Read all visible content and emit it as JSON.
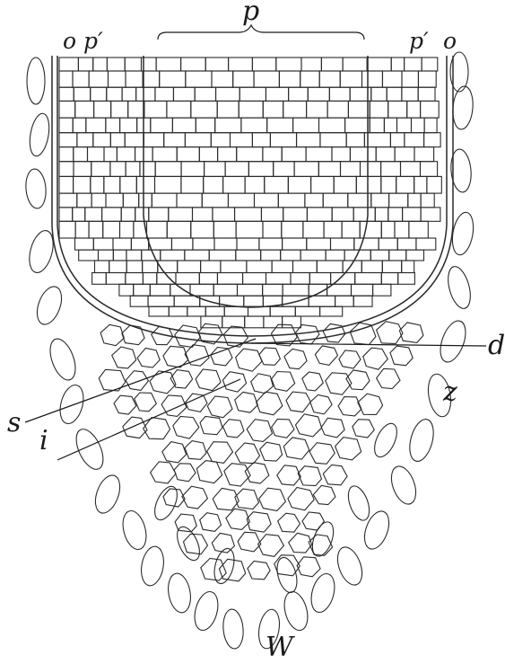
{
  "labels": {
    "o_left": "o",
    "p_prime_left": "p′",
    "p": "p",
    "p_prime_right": "p′",
    "o_right": "o",
    "d": "d",
    "z": "z",
    "s": "s",
    "i": "i",
    "w": "W"
  },
  "colors": {
    "ink": "#2a2a2a",
    "paper": "#ffffff"
  }
}
